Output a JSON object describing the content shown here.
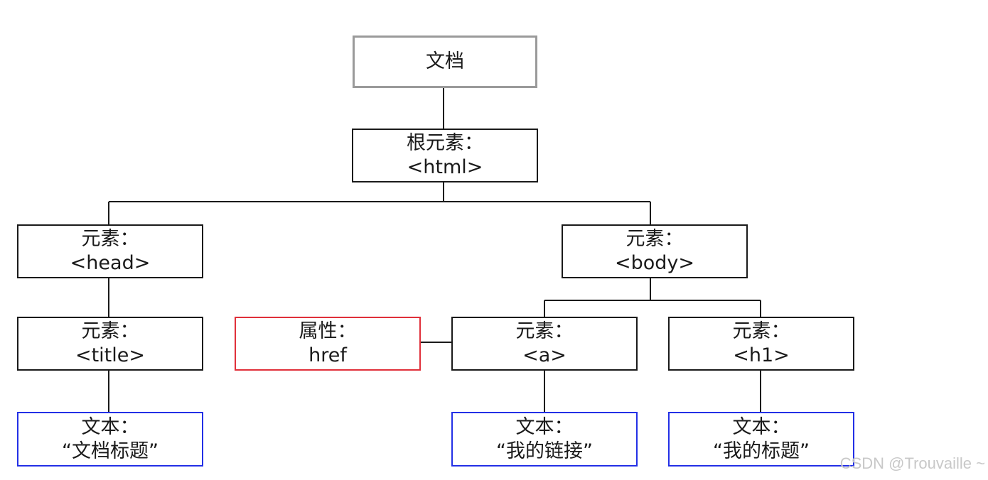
{
  "diagram": {
    "colors": {
      "line": "#1a1a1a",
      "document_border": "#9a9a9a",
      "element_border": "#1a1a1a",
      "attribute_border": "#e0303a",
      "text_border": "#2330e6"
    },
    "nodes": {
      "document": {
        "line1": "文档"
      },
      "html": {
        "line1": "根元素：",
        "line2": "<html>"
      },
      "head": {
        "line1": "元素：",
        "line2": "<head>"
      },
      "body": {
        "line1": "元素：",
        "line2": "<body>"
      },
      "title": {
        "line1": "元素：",
        "line2": "<title>"
      },
      "href": {
        "line1": "属性：",
        "line2": "href"
      },
      "a": {
        "line1": "元素：",
        "line2": "<a>"
      },
      "h1": {
        "line1": "元素：",
        "line2": "<h1>"
      },
      "text_title": {
        "line1": "文本：",
        "line2": "“文档标题”"
      },
      "text_a": {
        "line1": "文本：",
        "line2": "“我的链接”"
      },
      "text_h1": {
        "line1": "文本：",
        "line2": "“我的标题”"
      }
    }
  },
  "watermark": "CSDN @Trouvaille ~"
}
